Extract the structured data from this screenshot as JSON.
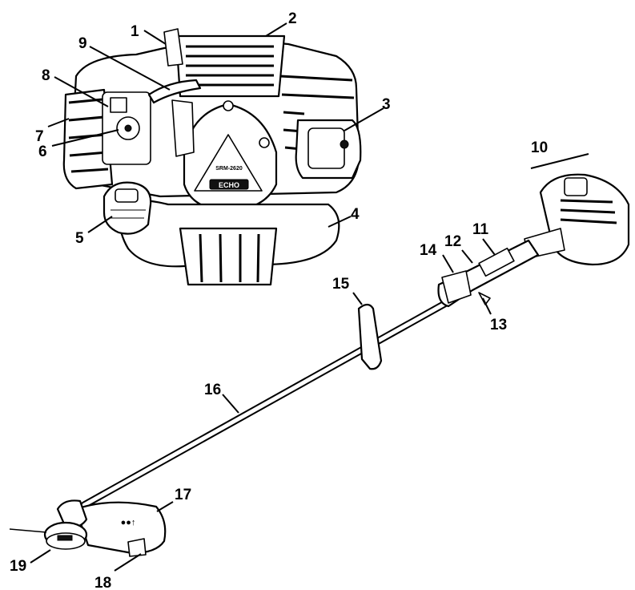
{
  "brand_badge": "ECHO",
  "model_badge": "SRM-2620",
  "shield_marking": "●●↑",
  "callouts": [
    {
      "id": "1",
      "label": "1"
    },
    {
      "id": "2",
      "label": "2"
    },
    {
      "id": "3",
      "label": "3"
    },
    {
      "id": "4",
      "label": "4"
    },
    {
      "id": "5",
      "label": "5"
    },
    {
      "id": "6",
      "label": "6"
    },
    {
      "id": "7",
      "label": "7"
    },
    {
      "id": "8",
      "label": "8"
    },
    {
      "id": "9",
      "label": "9"
    },
    {
      "id": "10",
      "label": "10"
    },
    {
      "id": "11",
      "label": "11"
    },
    {
      "id": "12",
      "label": "12"
    },
    {
      "id": "13",
      "label": "13"
    },
    {
      "id": "14",
      "label": "14"
    },
    {
      "id": "15",
      "label": "15"
    },
    {
      "id": "16",
      "label": "16"
    },
    {
      "id": "17",
      "label": "17"
    },
    {
      "id": "18",
      "label": "18"
    },
    {
      "id": "19",
      "label": "19"
    }
  ]
}
